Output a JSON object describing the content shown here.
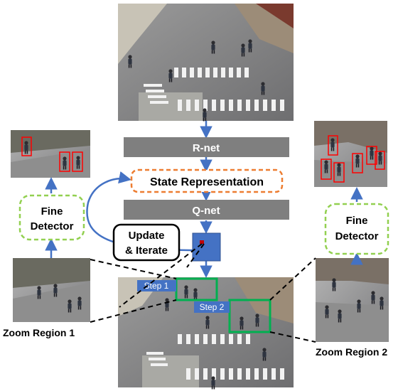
{
  "labels": {
    "rnet": "R-net",
    "state": "State Representation",
    "qnet": "Q-net",
    "update_line1": "Update",
    "update_line2": "& Iterate",
    "fine_left_line1": "Fine",
    "fine_left_line2": "Detector",
    "fine_right_line1": "Fine",
    "fine_right_line2": "Detector",
    "step1": "Step 1",
    "step2": "Step 2",
    "zoom1": "Zoom Region 1",
    "zoom2": "Zoom Region 2"
  },
  "colors": {
    "net_box": "#7f7f7f",
    "state_border": "#ed7d31",
    "fine_border": "#92d050",
    "arrow": "#4472c4",
    "q_output_box": "#4472c4",
    "zoom_box": "#00b050",
    "detection_box": "#ff0000",
    "step_tag": "#4472c4"
  }
}
